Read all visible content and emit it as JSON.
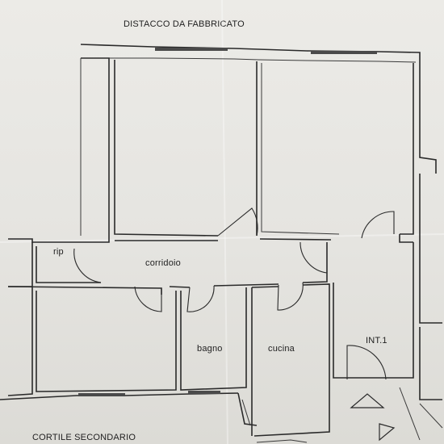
{
  "header": {
    "title": "DISTACCO DA FABBRICATO"
  },
  "footer": {
    "caption": "CORTILE SECONDARIO"
  },
  "rooms": {
    "rip": "rip",
    "corridoio": "corridoio",
    "bagno": "bagno",
    "cucina": "cucina",
    "int1": "INT.1"
  },
  "colors": {
    "paper": "#e7e6e2",
    "ink": "#2a2a2a"
  }
}
